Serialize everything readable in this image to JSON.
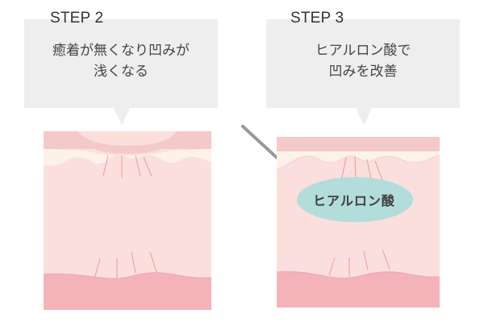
{
  "steps": [
    {
      "label": "STEP 2",
      "text_lines": [
        "癒着が無くなり凹みが",
        "浅くなる"
      ]
    },
    {
      "label": "STEP 3",
      "text_lines": [
        "ヒアルロン酸で",
        "凹みを改善"
      ]
    }
  ],
  "filler_label": "ヒアルロン酸",
  "colors": {
    "bubble": "#eeeeee",
    "epidermis_top": "#f3c9c9",
    "epidermis_cream": "#fdf2ea",
    "dermis": "#fbdfdc",
    "subcutaneous": "#f4b3b8",
    "fibers": "#e89aa6",
    "filler": "#b2dddb",
    "needle": "#999999"
  }
}
